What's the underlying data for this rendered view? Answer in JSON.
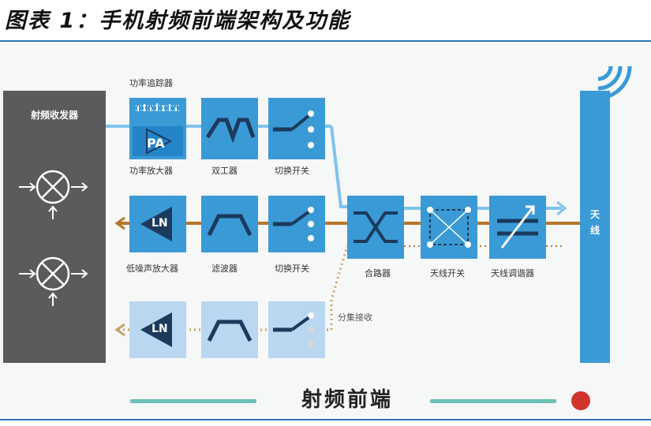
{
  "figure": {
    "title": "图表 1：手机射频前端架构及功能"
  },
  "transceiver": {
    "label": "射频收发器"
  },
  "tx_path": {
    "tracker_label": "功率追踪器",
    "pa_text": "PA",
    "pa_label": "功率放大器",
    "duplexer_label": "双工器",
    "switch_label": "切换开关"
  },
  "rx_path": {
    "lna_text": "LN",
    "lna_label": "低噪声放大器",
    "filter_label": "滤波器",
    "switch_label": "切换开关"
  },
  "diversity_path": {
    "lna_text": "LN",
    "label": "分集接收"
  },
  "shared": {
    "combiner_label": "合路器",
    "antenna_switch_label": "天线开关",
    "tuner_label": "天线调谐器"
  },
  "antenna": {
    "label": "天线"
  },
  "footer": {
    "title": "射频前端"
  },
  "colors": {
    "block_blue": "#3a9ad6",
    "light_blue": "#b9d7f1",
    "dark_navy": "#1b3a5c",
    "gray_panel": "#5a5b5d",
    "orange_path": "#b5762b",
    "teal_line": "#6bbfb6",
    "title_rule": "#2e73b8"
  },
  "icons": [
    "mixer-icon",
    "pa-triangle-icon",
    "lna-triangle-icon",
    "bandpass-icon",
    "switch-icon",
    "combiner-icon",
    "antenna-switch-icon",
    "tuner-icon",
    "signal-waves-icon"
  ]
}
